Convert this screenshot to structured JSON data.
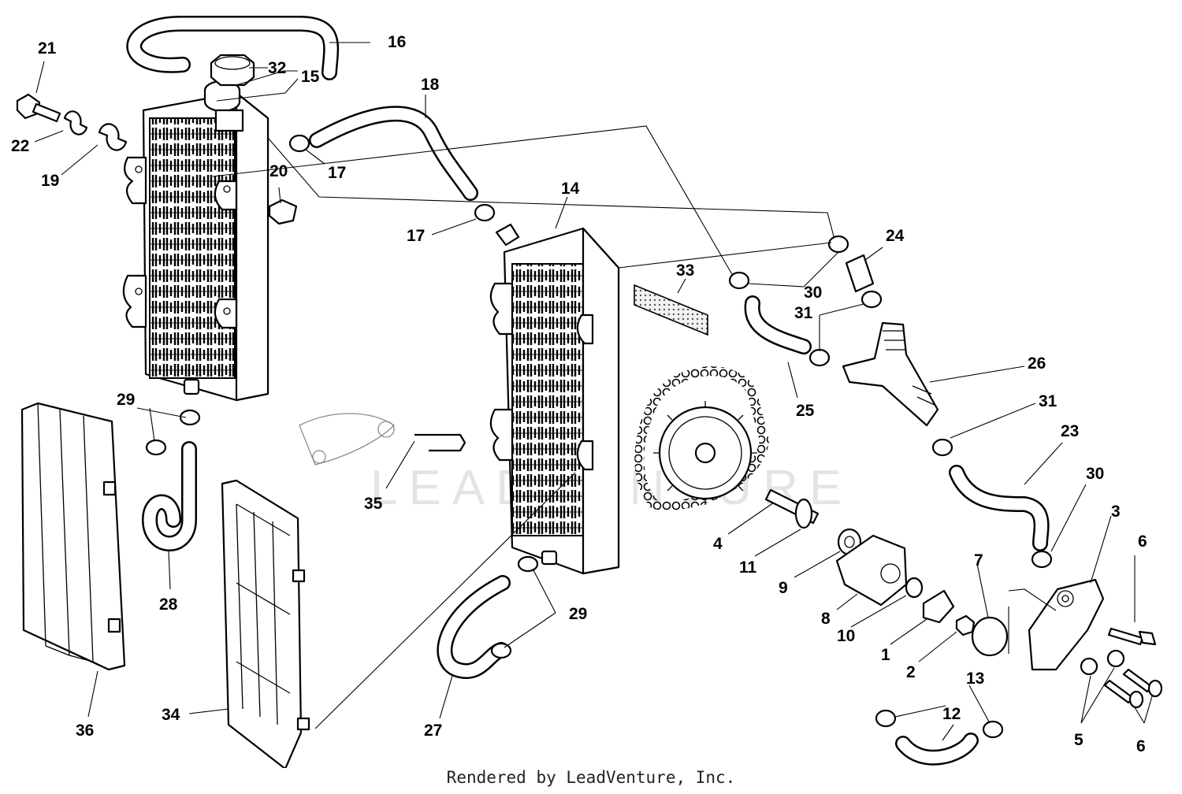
{
  "footer": {
    "text": "Rendered by LeadVenture, Inc."
  },
  "watermark": {
    "text": "LEADVENTURE"
  },
  "callouts": [
    "1",
    "2",
    "3",
    "4",
    "5",
    "6",
    "7",
    "8",
    "9",
    "10",
    "11",
    "12",
    "13",
    "14",
    "15",
    "16",
    "17",
    "18",
    "19",
    "20",
    "21",
    "22",
    "23",
    "24",
    "25",
    "26",
    "27",
    "28",
    "29",
    "30",
    "31",
    "32",
    "33",
    "34",
    "35",
    "36"
  ]
}
